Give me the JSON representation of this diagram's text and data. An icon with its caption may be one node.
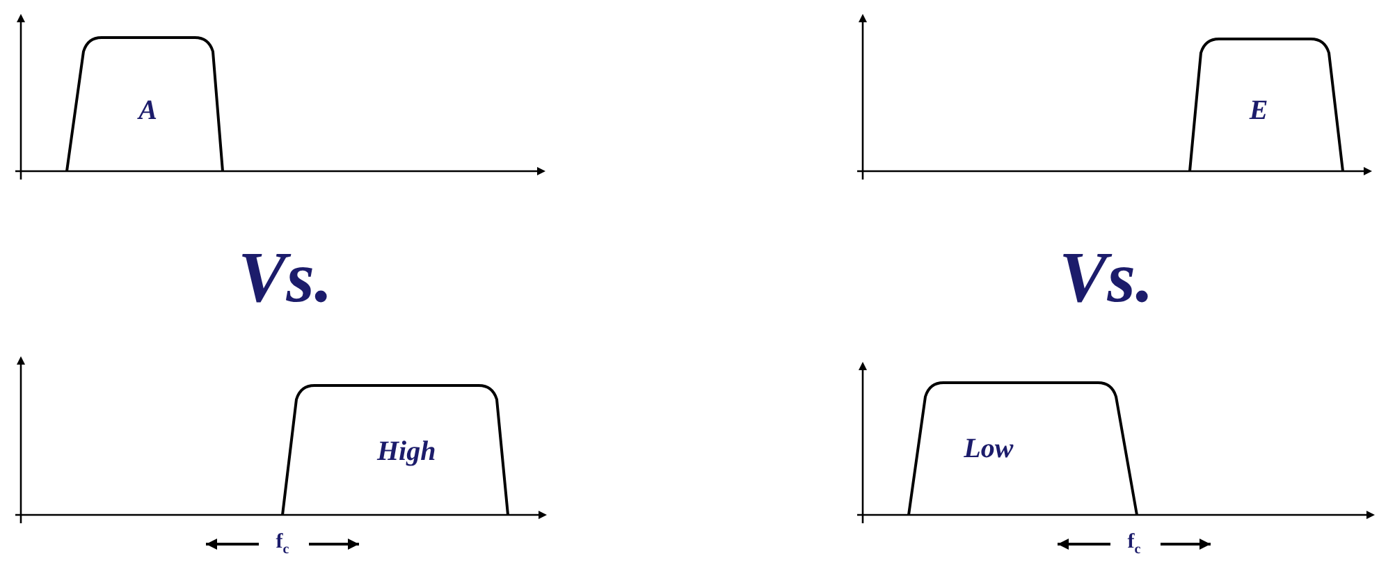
{
  "diagram": {
    "nodes": [
      {
        "text": [
          "A"
        ]
      },
      {
        "text": [
          "E"
        ]
      },
      {
        "text": [
          "High"
        ]
      },
      {
        "text": [
          "Low"
        ]
      }
    ],
    "labels": [
      "Vs.",
      "Vs.",
      "f$_{c}$",
      "f$_{c}$"
    ]
  }
}
